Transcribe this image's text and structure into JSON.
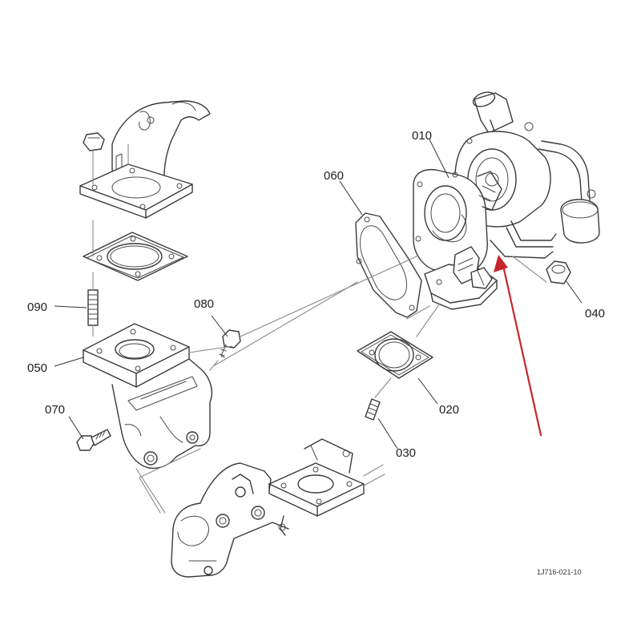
{
  "parts": [
    {
      "id": "p010",
      "code": "010"
    },
    {
      "id": "p020",
      "code": "020"
    },
    {
      "id": "p030",
      "code": "030"
    },
    {
      "id": "p040",
      "code": "040"
    },
    {
      "id": "p050",
      "code": "050"
    },
    {
      "id": "p060",
      "code": "060"
    },
    {
      "id": "p070",
      "code": "070"
    },
    {
      "id": "p080",
      "code": "080"
    },
    {
      "id": "p090",
      "code": "090"
    }
  ],
  "reference_code": "1J716-021-10",
  "colors": {
    "line": "#3a3a3a",
    "arrow": "#c8262b",
    "background": "#ffffff"
  }
}
